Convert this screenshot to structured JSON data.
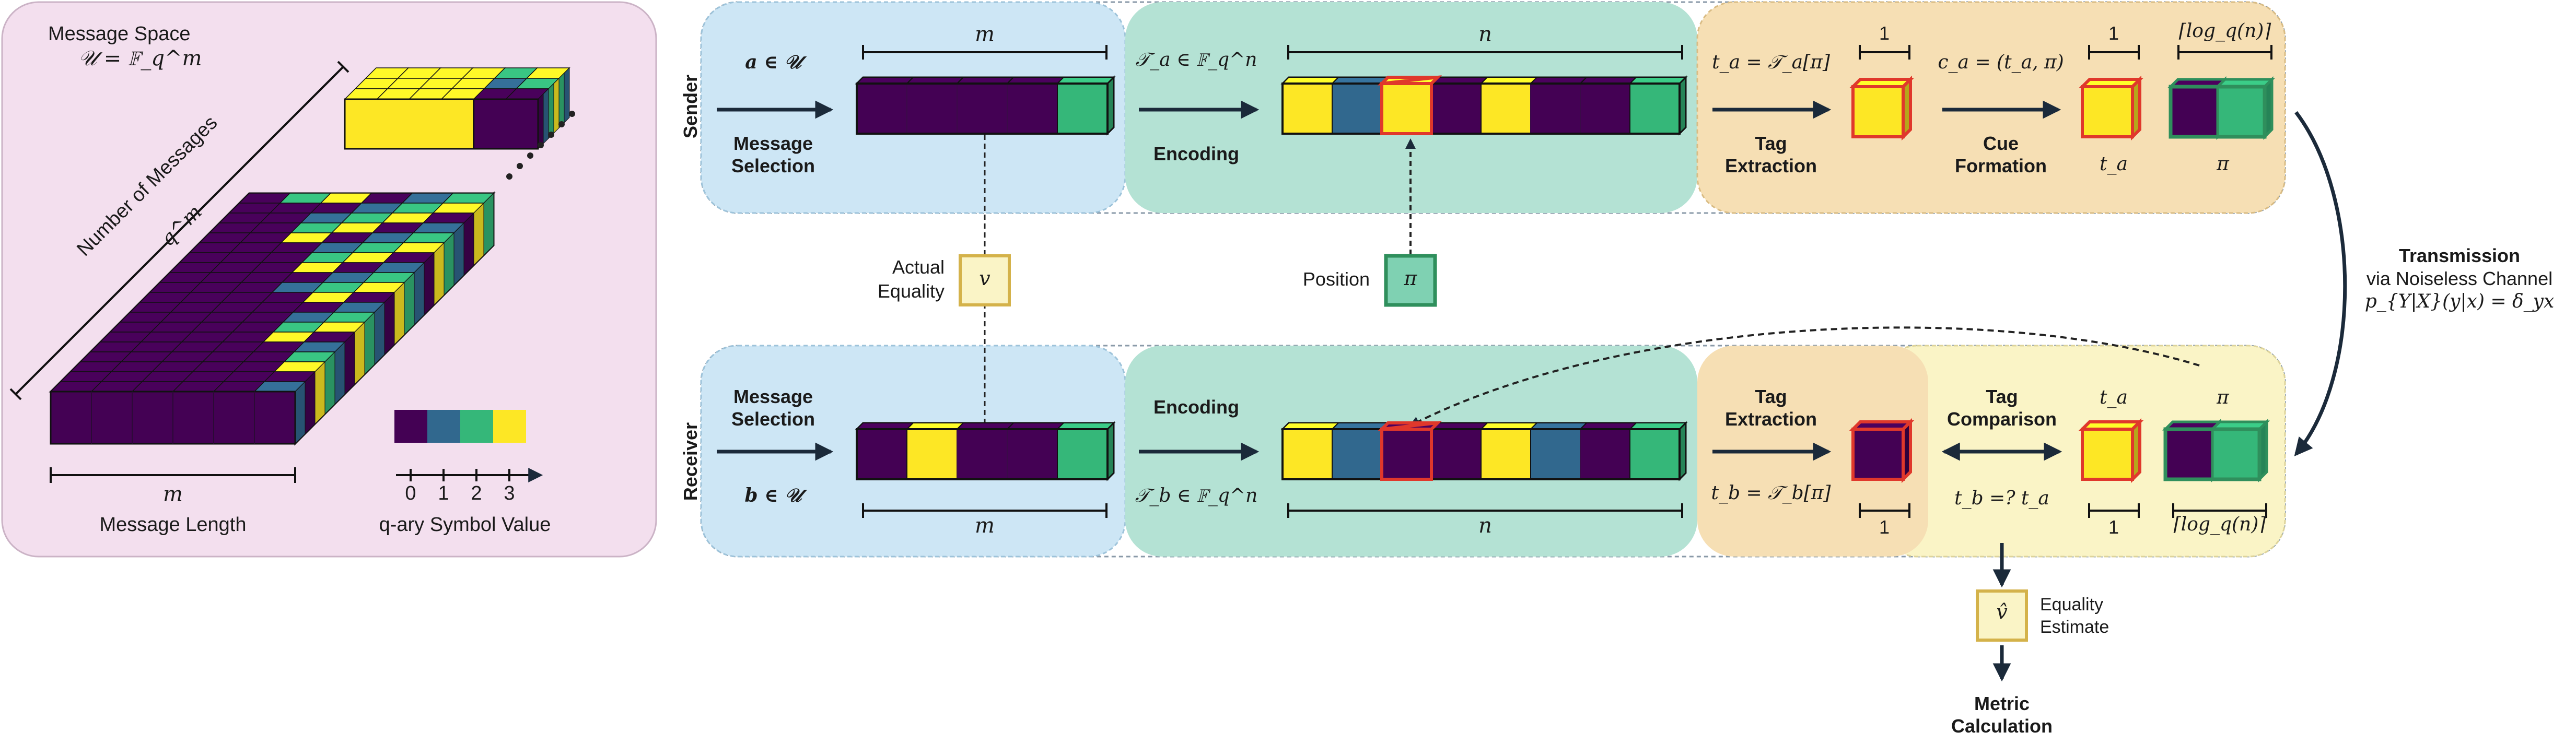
{
  "colors": {
    "q0": "#440154",
    "q1": "#31688e",
    "q2": "#35b779",
    "q3": "#fde725",
    "highlight": "#e0382b",
    "panel_space": "#f3dfee",
    "panel_blue": "#cde6f5",
    "panel_green": "#b4e2d4",
    "panel_orange": "#f6dfb4",
    "panel_yellow": "#faf4c6",
    "arrow": "#1b2a3a"
  },
  "left_panel": {
    "title_line1": "Message Space",
    "title_line2": "𝒰 = 𝔽_q^m",
    "messages_axis_line1": "Number of Messages",
    "messages_axis_line2": "q^m",
    "length_axis_symbol": "m",
    "length_axis_label": "Message Length",
    "value_ticks": [
      "0",
      "1",
      "2",
      "3"
    ],
    "value_axis_label": "q-ary Symbol Value"
  },
  "sender": {
    "row_label": "Sender",
    "selection_math": "a ∈ 𝒰",
    "selection_label_1": "Message",
    "selection_label_2": "Selection",
    "m_label": "m",
    "encoding_math": "𝒯_a ∈ 𝔽_q^n",
    "encoding_label": "Encoding",
    "n_label": "n",
    "tag_math": "t_a = 𝒯_a[π]",
    "tag_label_1": "Tag",
    "tag_label_2": "Extraction",
    "one_label": "1",
    "cue_math": "c_a = (t_a, π)",
    "cue_label_1": "Cue",
    "cue_label_2": "Formation",
    "one_label_2": "1",
    "log_label": "⌈log_q(n)⌉",
    "ta_label": "t_a",
    "pi_label": "π"
  },
  "middle": {
    "actual_1": "Actual",
    "actual_2": "Equality",
    "v_symbol": "v",
    "position_label": "Position",
    "pi_symbol": "π",
    "trans_title": "Transmission",
    "trans_sub": "via Noiseless Channel",
    "trans_math": "p_{Y|X}(y|x) = δ_yx"
  },
  "receiver": {
    "row_label": "Receiver",
    "selection_label_1": "Message",
    "selection_label_2": "Selection",
    "selection_math": "b ∈ 𝒰",
    "m_label": "m",
    "encoding_label": "Encoding",
    "encoding_math": "𝒯_b ∈ 𝔽_q^n",
    "n_label": "n",
    "tag_label_1": "Tag",
    "tag_label_2": "Extraction",
    "tag_math": "t_b = 𝒯_b[π]",
    "one_label": "1",
    "cmp_label_1": "Tag",
    "cmp_label_2": "Comparison",
    "cmp_math": "t_b =? t_a",
    "ta_label": "t_a",
    "pi_label": "π",
    "one_label_2": "1",
    "log_label": "⌈log_q(n)⌉",
    "vhat_symbol": "v̂",
    "estimate_1": "Equality",
    "estimate_2": "Estimate",
    "metric_1": "Metric",
    "metric_2": "Calculation"
  },
  "sequences": {
    "sender_message": [
      0,
      0,
      0,
      0,
      2
    ],
    "sender_encoded": [
      3,
      1,
      3,
      0,
      3,
      0,
      0,
      2
    ],
    "receiver_message": [
      0,
      3,
      0,
      0,
      2
    ],
    "receiver_encoded": [
      3,
      1,
      0,
      0,
      3,
      1,
      0,
      2
    ],
    "highlight_index": 2
  }
}
